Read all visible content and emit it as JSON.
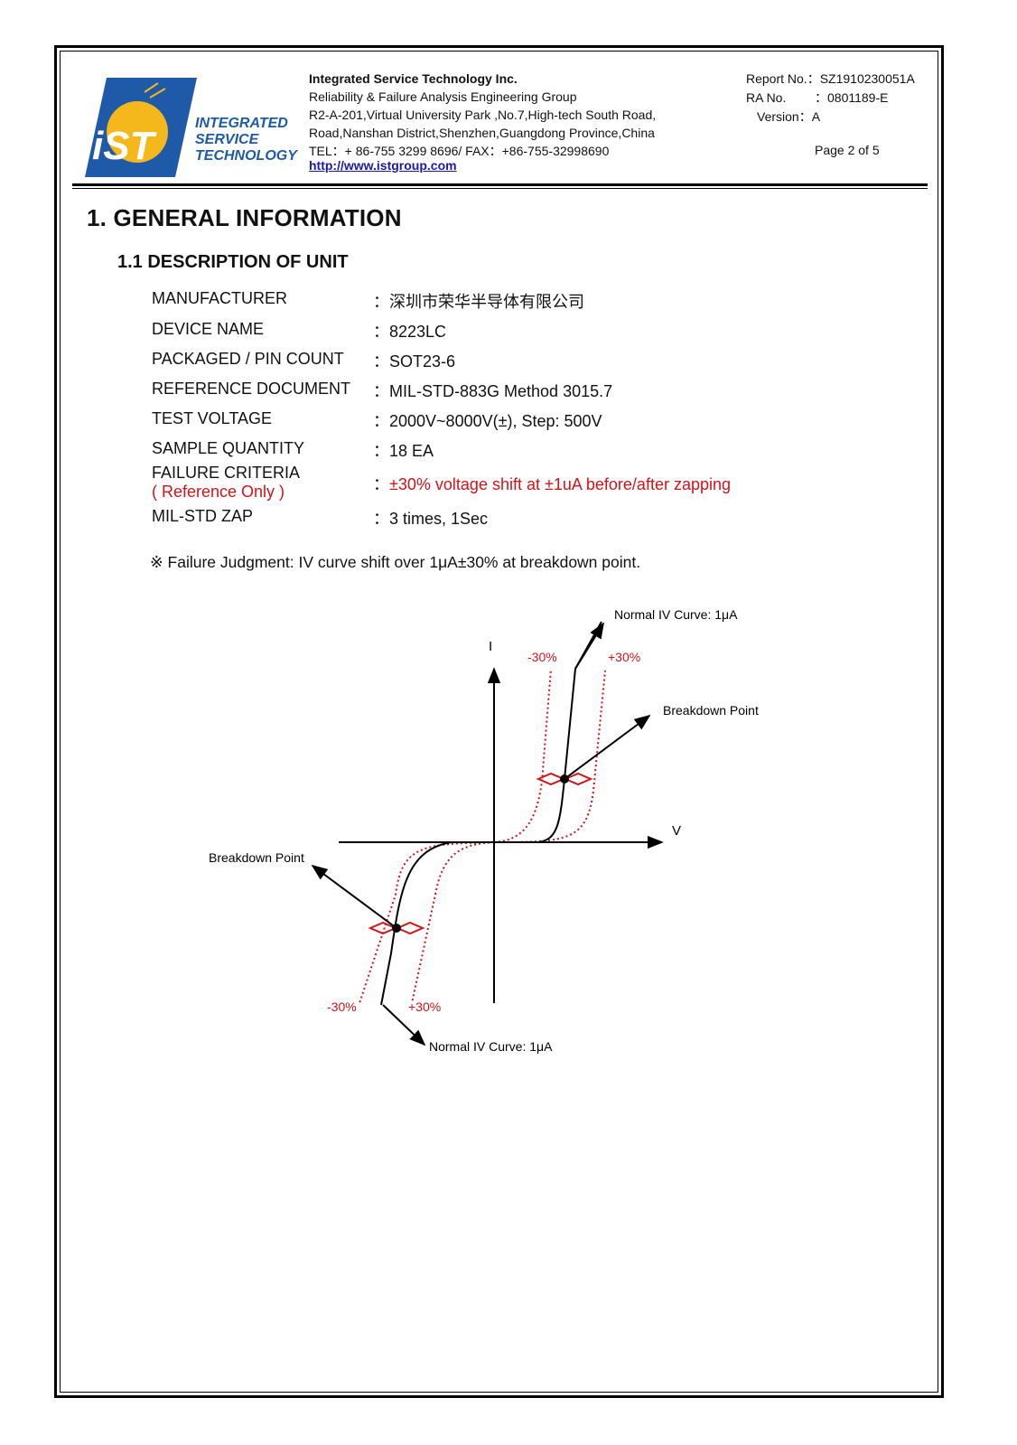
{
  "header": {
    "logo_text": "iST",
    "logo_lines": [
      "INTEGRATED",
      "SERVICE",
      "TECHNOLOGY"
    ],
    "company_name": "Integrated Service Technology Inc.",
    "group": "Reliability & Failure Analysis Engineering Group",
    "address_1": "R2-A-201,Virtual University Park ,No.7,High-tech South Road,",
    "address_2": "Road,Nanshan District,Shenzhen,Guangdong Province,China",
    "tel_fax": "TEL：+ 86-755 3299 8696/ FAX：+86-755-32998690",
    "url": "http://www.istgroup.com",
    "report_no_label": "Report No.：",
    "report_no": "SZ1910230051A",
    "ra_no_label": "RA No.",
    "ra_no": "：0801189-E",
    "version_label": "Version：",
    "version": "A",
    "page": "Page 2 of 5"
  },
  "section_title": "1. GENERAL INFORMATION",
  "subsection_title": "1.1 DESCRIPTION OF UNIT",
  "specs": [
    {
      "label": "MANUFACTURER",
      "value": "：深圳市荣华半导体有限公司"
    },
    {
      "label": "DEVICE NAME",
      "value": "：8223LC"
    },
    {
      "label": "PACKAGED / PIN COUNT",
      "value": "：SOT23-6"
    },
    {
      "label": "REFERENCE DOCUMENT",
      "value": "：MIL-STD-883G Method 3015.7"
    },
    {
      "label": "TEST VOLTAGE",
      "value": "：2000V~8000V(±), Step: 500V"
    },
    {
      "label": "SAMPLE QUANTITY",
      "value": "：18 EA"
    },
    {
      "label": "FAILURE CRITERIA",
      "sublabel": "( Reference Only )",
      "colon": "：",
      "value": "±30% voltage shift at ±1uA before/after zapping"
    },
    {
      "label": "MIL-STD ZAP",
      "value": "：3 times, 1Sec"
    }
  ],
  "note": "※ Failure Judgment: IV curve shift over 1μA±30% at breakdown point.",
  "diagram": {
    "axis_i": "I",
    "axis_v": "V",
    "normal_top": "Normal IV Curve: 1μA",
    "normal_bottom": "Normal IV Curve: 1μA",
    "breakdown_right": "Breakdown Point",
    "breakdown_left": "Breakdown Point",
    "minus30_top": "-30%",
    "plus30_top": "+30%",
    "minus30_bottom": "-30%",
    "plus30_bottom": "+30%",
    "colors": {
      "limit": "#d0141a",
      "curve": "#000000"
    }
  }
}
